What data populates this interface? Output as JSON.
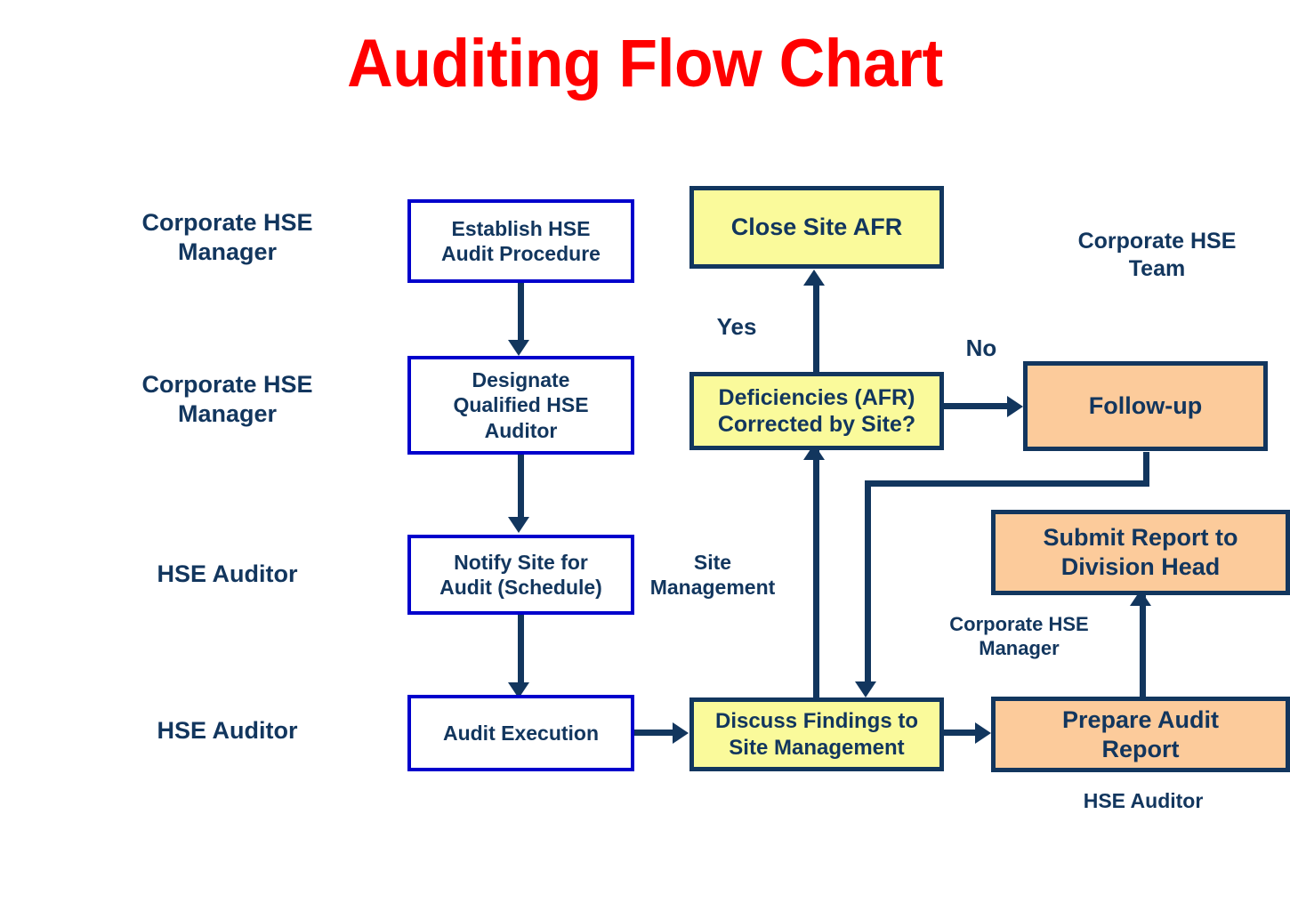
{
  "title": "Auditing Flow Chart",
  "colors": {
    "title": "#FF0000",
    "text": "#12365E",
    "white_box_border": "#0000CC",
    "dark_border": "#12365E",
    "yellow_fill": "#FAFA9B",
    "orange_fill": "#FCCB9B",
    "connector": "#12365E",
    "background": "#FFFFFF"
  },
  "chart_data": {
    "type": "diagram",
    "title": "Auditing Flow Chart",
    "nodes": [
      {
        "id": "establish",
        "label": "Establish HSE\nAudit Procedure",
        "style": "white"
      },
      {
        "id": "designate",
        "label": "Designate\nQualified HSE\nAuditor",
        "style": "white"
      },
      {
        "id": "notify",
        "label": "Notify Site for\nAudit (Schedule)",
        "style": "white"
      },
      {
        "id": "execution",
        "label": "Audit Execution",
        "style": "white"
      },
      {
        "id": "discuss",
        "label": "Discuss Findings to\nSite Management",
        "style": "yellow"
      },
      {
        "id": "deficiency",
        "label": "Deficiencies (AFR)\nCorrected by Site?",
        "style": "yellow"
      },
      {
        "id": "close",
        "label": "Close Site AFR",
        "style": "yellow"
      },
      {
        "id": "followup",
        "label": "Follow-up",
        "style": "orange"
      },
      {
        "id": "prepare",
        "label": "Prepare Audit\nReport",
        "style": "orange"
      },
      {
        "id": "submit",
        "label": "Submit Report to\nDivision Head",
        "style": "orange"
      }
    ],
    "edges": [
      {
        "from": "establish",
        "to": "designate",
        "label": ""
      },
      {
        "from": "designate",
        "to": "notify",
        "label": ""
      },
      {
        "from": "notify",
        "to": "execution",
        "label": ""
      },
      {
        "from": "execution",
        "to": "discuss",
        "label": ""
      },
      {
        "from": "discuss",
        "to": "deficiency",
        "label": ""
      },
      {
        "from": "deficiency",
        "to": "close",
        "label": "Yes"
      },
      {
        "from": "deficiency",
        "to": "followup",
        "label": "No"
      },
      {
        "from": "followup",
        "to": "discuss",
        "label": ""
      },
      {
        "from": "discuss",
        "to": "prepare",
        "label": ""
      },
      {
        "from": "prepare",
        "to": "submit",
        "label": ""
      }
    ],
    "swimlane_labels": [
      "Corporate HSE Manager",
      "Corporate HSE Manager",
      "HSE Auditor",
      "HSE Auditor",
      "Corporate HSE Team",
      "Site Management",
      "Corporate HSE Manager",
      "HSE Auditor"
    ]
  },
  "nodes": {
    "establish": {
      "line1": "Establish HSE",
      "line2": "Audit Procedure"
    },
    "designate": {
      "line1": "Designate",
      "line2": "Qualified HSE",
      "line3": "Auditor"
    },
    "notify": {
      "line1": "Notify Site for",
      "line2": "Audit (Schedule)"
    },
    "execution": {
      "line1": "Audit Execution"
    },
    "discuss": {
      "line1": "Discuss Findings to",
      "line2": "Site Management"
    },
    "deficiency": {
      "line1": "Deficiencies (AFR)",
      "line2": "Corrected by Site?"
    },
    "close": {
      "line1": "Close Site AFR"
    },
    "followup": {
      "line1": "Follow-up"
    },
    "prepare": {
      "line1": "Prepare Audit",
      "line2": "Report"
    },
    "submit": {
      "line1": "Submit Report to",
      "line2": "Division Head"
    }
  },
  "labels": {
    "role_left_1": {
      "line1": "Corporate HSE",
      "line2": "Manager"
    },
    "role_left_2": {
      "line1": "Corporate HSE",
      "line2": "Manager"
    },
    "role_left_3": {
      "line1": "HSE Auditor"
    },
    "role_left_4": {
      "line1": "HSE Auditor"
    },
    "role_right_team": {
      "line1": "Corporate HSE",
      "line2": "Team"
    },
    "role_site_mgmt": {
      "line1": "Site",
      "line2": "Management"
    },
    "role_corp_mgr": {
      "line1": "Corporate HSE",
      "line2": "Manager"
    },
    "role_hse_auditor_bottom": {
      "line1": "HSE Auditor"
    },
    "edge_yes": "Yes",
    "edge_no": "No"
  }
}
